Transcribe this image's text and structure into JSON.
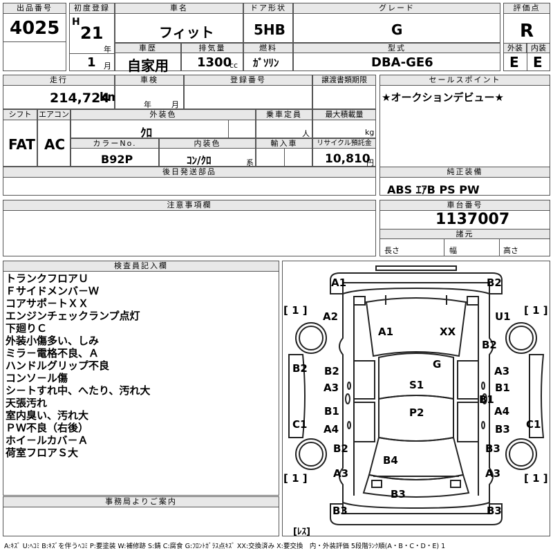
{
  "header": {
    "lot_label": "出品番号",
    "lot_value": "4025",
    "first_reg_label": "初度登録",
    "era": "H",
    "year": "21",
    "year_unit": "年",
    "month": "1",
    "month_unit": "月",
    "car_name_label": "車名",
    "car_name": "フィット",
    "door_label": "ドア形状",
    "door": "5HB",
    "grade_label": "グレード",
    "grade": "G",
    "score_label": "評価点",
    "score": "R",
    "history_label": "車歴",
    "history": "自家用",
    "displacement_label": "排気量",
    "displacement": "1300",
    "displacement_unit": "cc",
    "fuel_label": "燃料",
    "fuel": "ｶﾞｿﾘﾝ",
    "model_label": "型式",
    "model": "DBA-GE6",
    "exterior_label": "外装",
    "exterior": "E",
    "interior_label": "内装",
    "interior": "E"
  },
  "row2": {
    "mileage_label": "走行",
    "mileage": "214,724",
    "mileage_unit": "km",
    "inspection_label": "車検",
    "inspection_year_unit": "年",
    "inspection_month_unit": "月",
    "reg_no_label": "登録番号",
    "transfer_label": "譲渡書類期限",
    "sales_label": "セールスポイント",
    "sales_point": "★オークションデビュー★"
  },
  "row3": {
    "shift_label": "シフト",
    "shift": "FAT",
    "ac_label": "エアコン",
    "ac": "AC",
    "ext_color_label": "外装色",
    "ext_color": "ｸﾛ",
    "capacity_label": "乗車定員",
    "capacity_unit": "人",
    "max_load_label": "最大積載量",
    "max_load_unit": "kg",
    "color_no_label": "カラーNo.",
    "color_no": "B92P",
    "int_color_label": "内装色",
    "int_color": "ｺﾝ/ｸﾛ",
    "int_color_unit": "系",
    "import_label": "輸入車",
    "recycle_label": "リサイクル預託金",
    "recycle": "10,810",
    "recycle_unit": "円"
  },
  "later_parts_label": "後日発送部品",
  "equipment_label": "純正装備",
  "equipment": "ABS ｴｱB PS PW",
  "notes_label": "注意事項欄",
  "chassis_label": "車台番号",
  "chassis": "1137007",
  "spec_label": "諸元",
  "length_label": "長さ",
  "width_label": "幅",
  "height_label": "高さ",
  "inspector_label": "検査員記入欄",
  "inspector_remarks": [
    "トランクフロアＵ",
    "Ｆサイドメンバ－Ｗ",
    "コアサポ－トＸＸ",
    "エンジンチェックランプ点灯",
    "下廻りＣ",
    "外装小傷多い、しみ",
    "ミラ－電格不良、Ａ",
    "ハンドルグリップ不良",
    "コンソ－ル傷",
    "シ－トすれ中、へたり、汚れ大",
    "天張汚れ",
    "室内臭い、汚れ大",
    "ＰＷ不良（右後）",
    "ホイ－ルカバ－Ａ",
    "荷室フロアＳ大"
  ],
  "office_label": "事務局よりご案内",
  "diagram": {
    "bracket_tl": "[ 1 ]",
    "bracket_tr": "[ 1 ]",
    "bracket_bl": "[ 1 ]",
    "bracket_br": "[ 1 ]",
    "bracket_res": "[ﾚｽ]",
    "labels": [
      "A1",
      "B2",
      "A2",
      "U1",
      "A1",
      "XX",
      "B2",
      "G",
      "B2",
      "B2",
      "A3",
      "A3",
      "B1",
      "S1",
      "B1",
      "B1",
      "A4",
      "P2",
      "C1",
      "A4",
      "B3",
      "C1",
      "B2",
      "B3",
      "B4",
      "A3",
      "A3",
      "B3",
      "B3",
      "B3"
    ]
  },
  "footer": "A:ｷｽﾞ U:ﾍｺﾐ B:ｷｽﾞを伴うﾍｺﾐ P:要塗装 W:補修跡 S:錆 C:腐食 G:ﾌﾛﾝﾄｶﾞﾗｽ点ｷｽﾞ XX:交換済み X:要交換　内・外装評価 5段階ﾗﾝｸ順(A・B・C・D・E) 1"
}
